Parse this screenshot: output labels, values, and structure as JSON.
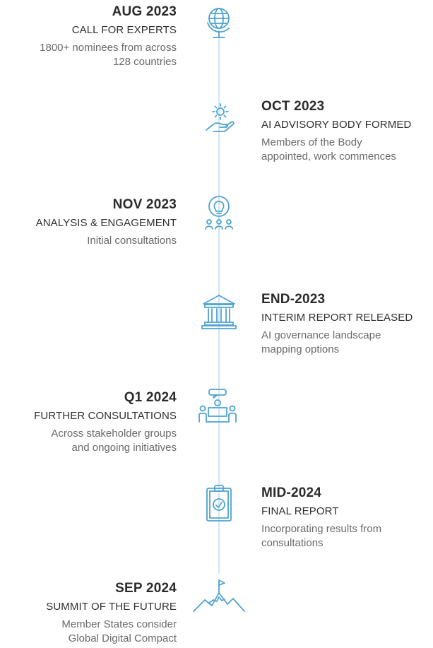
{
  "milestones": [
    {
      "date": "AUG 2023",
      "heading": "CALL FOR EXPERTS",
      "description": "1800+ nominees from across\n128 countries",
      "icon": "globe-icon"
    },
    {
      "date": "OCT 2023",
      "heading": "AI ADVISORY BODY FORMED",
      "description": "Members of the Body\nappointed, work commences",
      "icon": "gear-hand-icon"
    },
    {
      "date": "NOV 2023",
      "heading": "ANALYSIS & ENGAGEMENT",
      "description": "Initial consultations",
      "icon": "lightbulb-people-icon"
    },
    {
      "date": "END-2023",
      "heading": "INTERIM REPORT RELEASED",
      "description": "AI governance landscape\nmapping options",
      "icon": "institution-icon"
    },
    {
      "date": "Q1 2024",
      "heading": "FURTHER CONSULTATIONS",
      "description": "Across stakeholder groups\nand ongoing initiatives",
      "icon": "meeting-icon"
    },
    {
      "date": "MID-2024",
      "heading": "FINAL REPORT",
      "description": "Incorporating results from\nconsultations",
      "icon": "clipboard-check-icon"
    },
    {
      "date": "SEP 2024",
      "heading": "SUMMIT OF THE FUTURE",
      "description": "Member States consider\nGlobal Digital Compact",
      "icon": "mountain-flag-icon"
    }
  ],
  "colors": {
    "icon_stroke": "#4fa3d1",
    "timeline": "#cfe6f3",
    "date_text": "#2b2b2b",
    "body_text": "#6a6a6a"
  }
}
